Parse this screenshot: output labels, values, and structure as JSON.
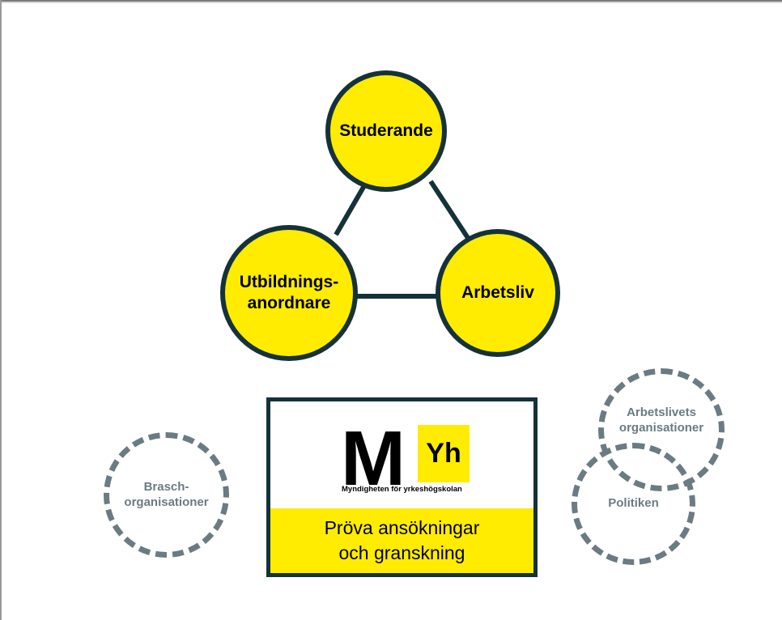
{
  "colors": {
    "yellow": "#ffec00",
    "dark": "#15323a",
    "gray": "#6b7b83"
  },
  "triangle": {
    "top": "Studerande",
    "left_line1": "Utbildnings-",
    "left_line2": "anordnare",
    "right": "Arbetsliv"
  },
  "center_box": {
    "logo_letter": "M",
    "logo_badge": "Yh",
    "logo_tagline": "Myndigheten för yrkeshögskolan",
    "caption_line1": "Pröva ansökningar",
    "caption_line2": "och granskning"
  },
  "outer": {
    "left_line1": "Brasch-",
    "left_line2": "organisationer",
    "right_top_line1": "Arbetslivets",
    "right_top_line2": "organisationer",
    "right_bottom": "Politiken"
  }
}
